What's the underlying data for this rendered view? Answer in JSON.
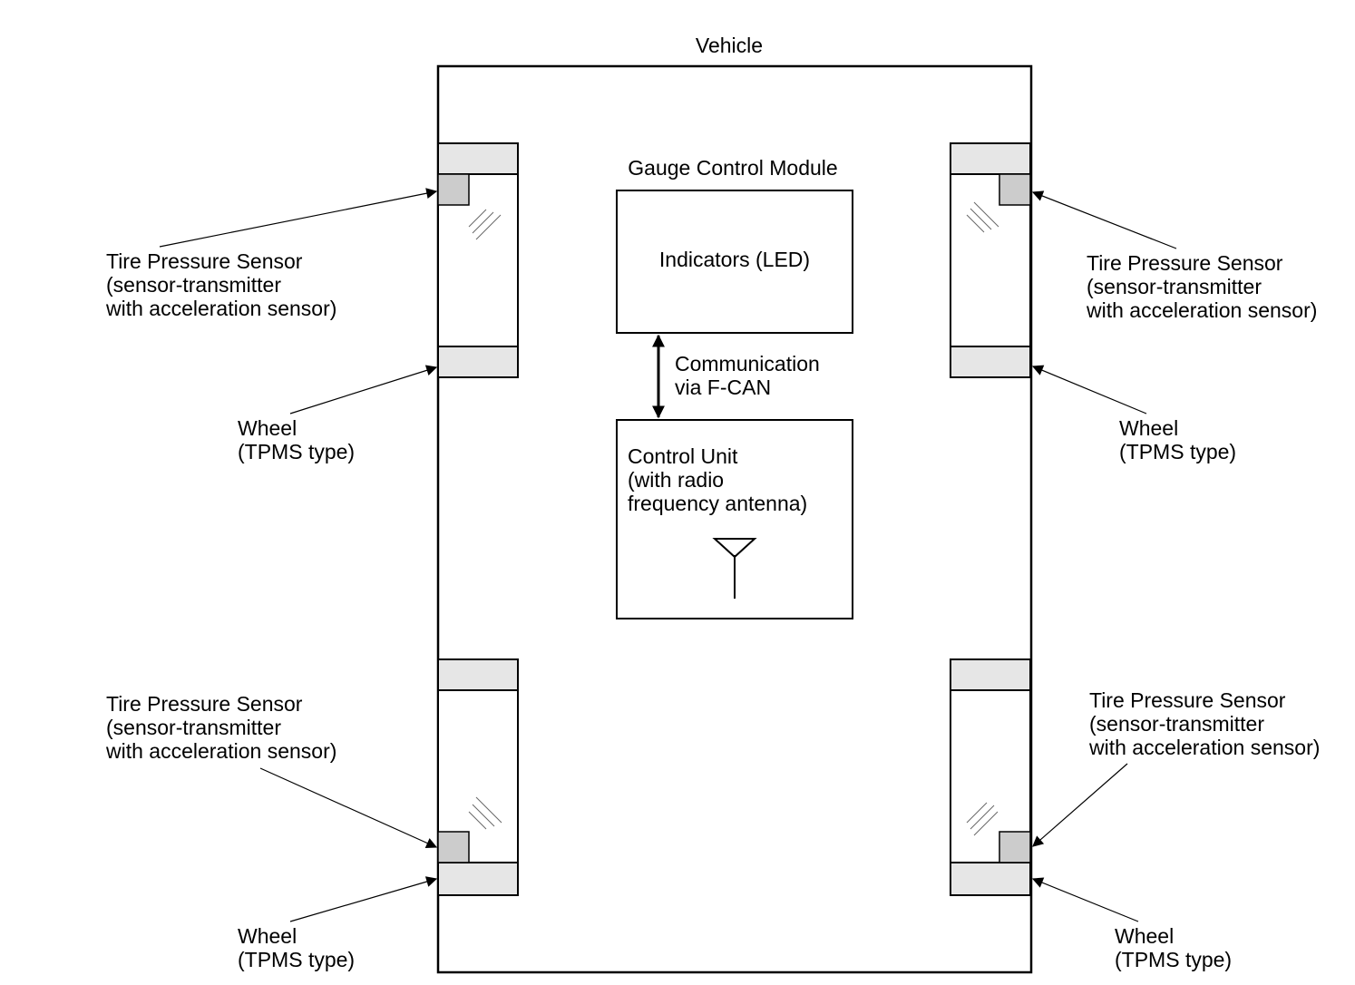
{
  "vehicle": {
    "label": "Vehicle"
  },
  "gauge_module": {
    "title": "Gauge Control Module",
    "indicators_label": "Indicators (LED)"
  },
  "communication": {
    "line1": "Communication",
    "line2": "via F-CAN"
  },
  "control_unit": {
    "line1": "Control Unit",
    "line2": "(with radio",
    "line3": "frequency antenna)"
  },
  "sensor_label": {
    "line1": "Tire Pressure Sensor",
    "line2": "(sensor-transmitter",
    "line3": "with acceleration sensor)"
  },
  "wheel_label": {
    "line1": "Wheel",
    "line2": "(TPMS type)"
  },
  "colors": {
    "stroke": "#000000",
    "tread_fill": "#e6e6e6",
    "sensor_fill": "#cccccc"
  }
}
